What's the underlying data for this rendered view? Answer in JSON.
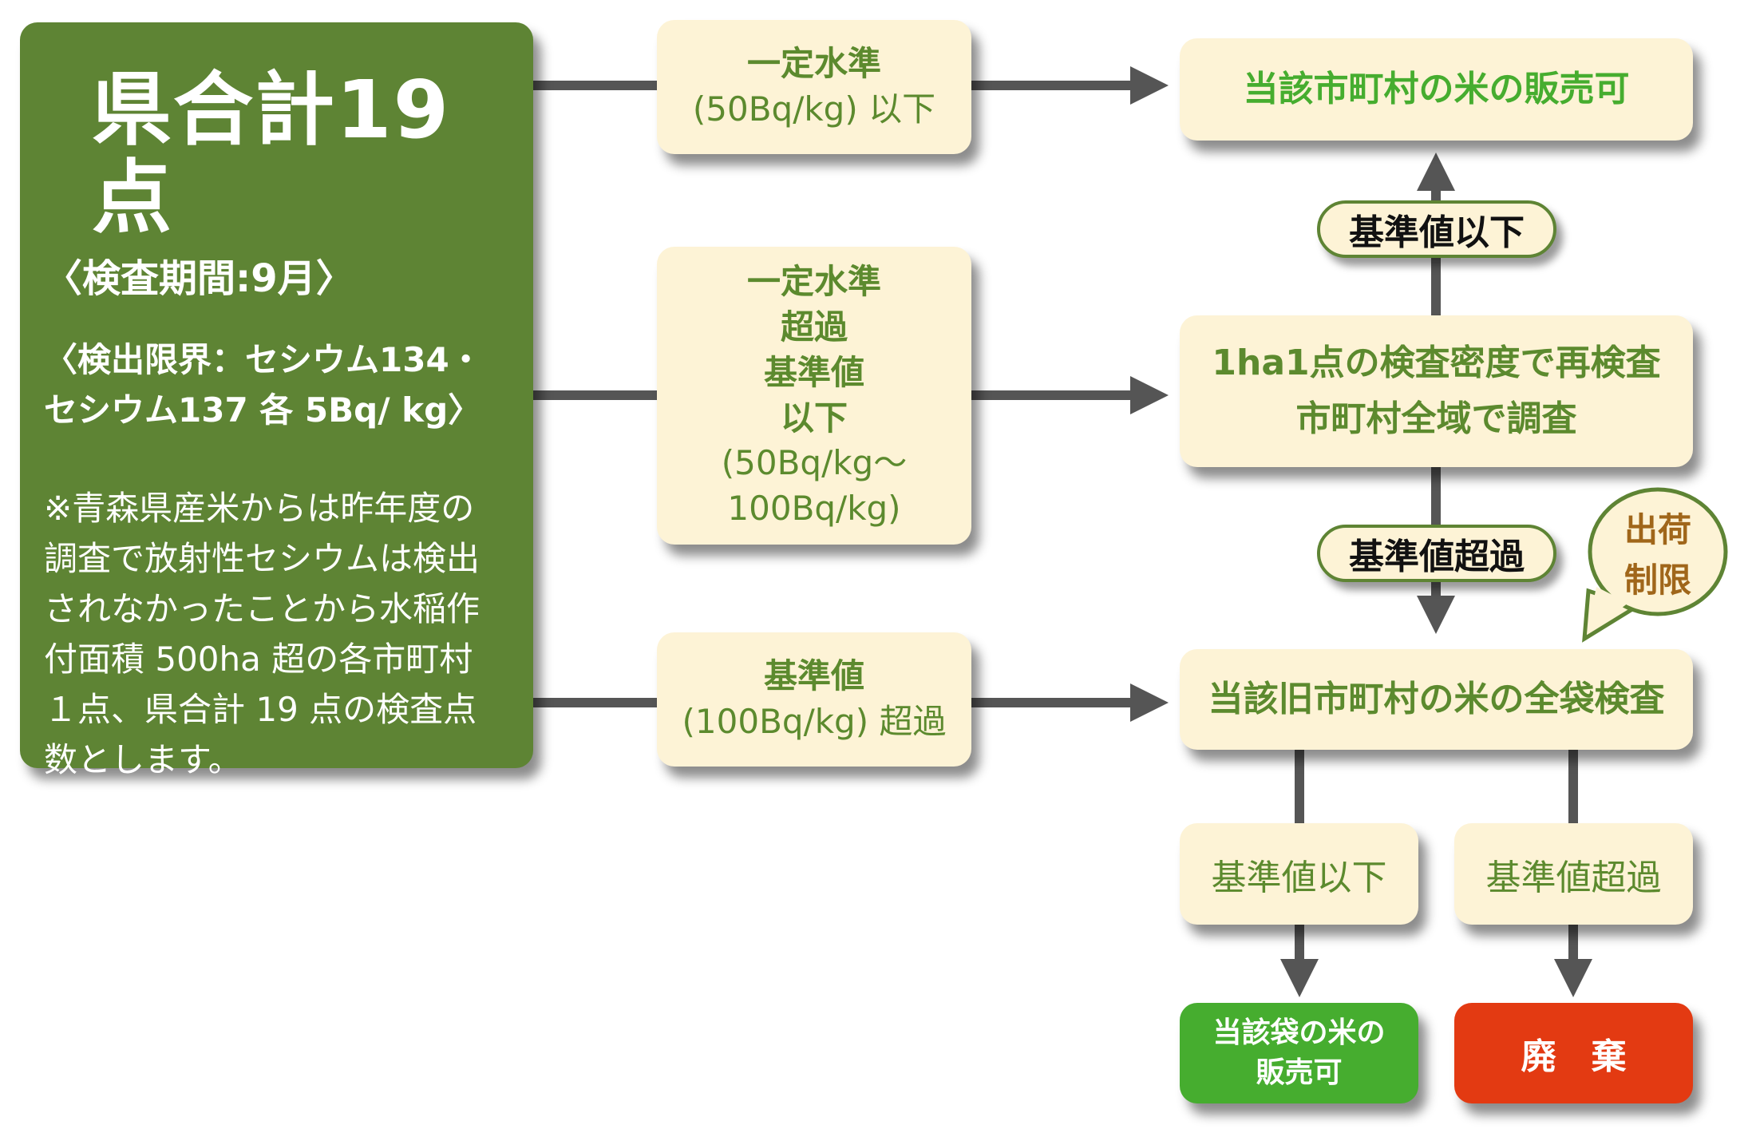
{
  "summary": {
    "title": "県合計19 点",
    "period": "〈検査期間:9月〉",
    "detection_limit": [
      "〈検出限界：セシウム134・",
      "セシウム137 各 5Bq/ kg〉"
    ],
    "note": [
      "※青森県産米からは昨年度の",
      "調査で放射性セシウムは検出",
      "されなかったことから水稲作",
      "付面積 500ha 超の各市町村",
      "１点、県合計 19 点の検査点",
      "数とします。"
    ]
  },
  "levels": [
    {
      "lines": [
        "一定水準",
        "(50Bq/kg) 以下"
      ]
    },
    {
      "lines": [
        "一定水準",
        "超過",
        "基準値",
        "以下",
        "(50Bq/kg～",
        "100Bq/kg)"
      ]
    },
    {
      "lines": [
        "基準値",
        "(100Bq/kg) 超過"
      ]
    }
  ],
  "outcomes": {
    "sale_ok": "当該市町村の米の販売可",
    "retest": [
      "1ha1点の検査密度で再検査",
      "市町村全域で調査"
    ],
    "full_bag": "当該旧市町村の米の全袋検査"
  },
  "pills": {
    "below": "基準値以下",
    "above": "基準値超過"
  },
  "bubble": [
    "出荷",
    "制限"
  ],
  "bag_results": {
    "below": "基準値以下",
    "above": "基準値超過",
    "bag_sale_ok": [
      "当該袋の米の",
      "販売可"
    ],
    "dispose": "廃　棄"
  },
  "colors": {
    "dark_green": "#5e8434",
    "cream": "#fdf3d6",
    "text_green": "#5c8a2e",
    "bright_green": "#46ad2f",
    "red": "#e33a12",
    "bubble_text": "#a0661a",
    "connector": "#555555"
  }
}
